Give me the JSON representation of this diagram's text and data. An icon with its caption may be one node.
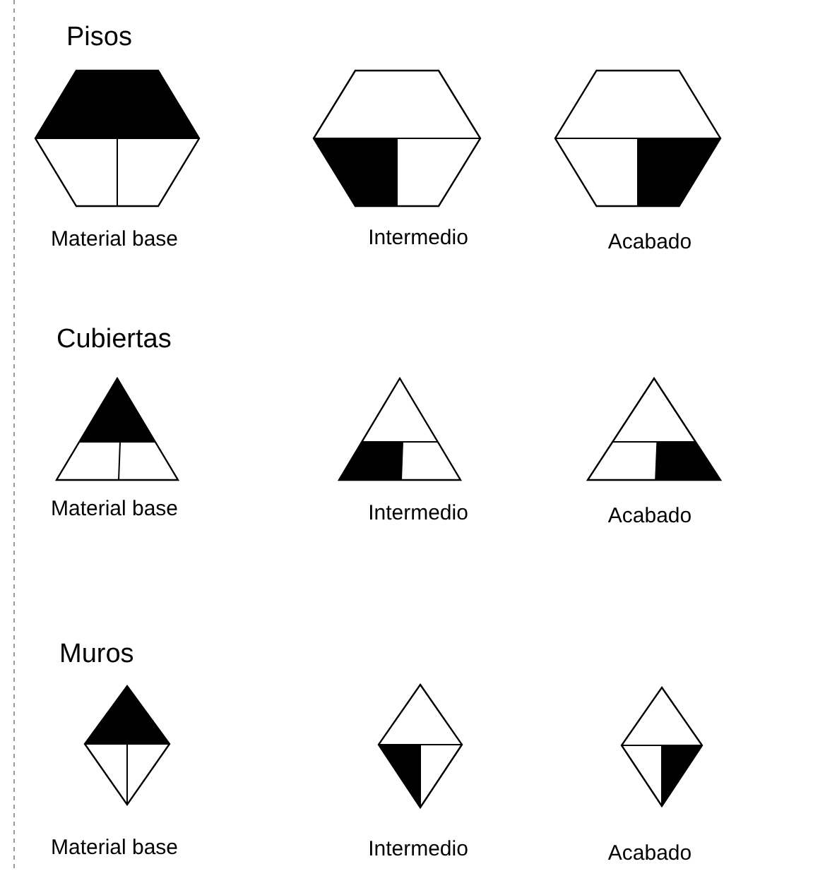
{
  "diagram": {
    "nodes": [
      {
        "text": [],
        "shape": "hexagon",
        "beside": [
          "Material base"
        ]
      },
      {
        "text": [],
        "shape": "hexagon",
        "beside": [
          "Intermedio"
        ]
      },
      {
        "text": [],
        "shape": "hexagon",
        "beside": [
          "Acabado"
        ]
      },
      {
        "text": [],
        "shape": "triangle",
        "beside": [
          "Material base"
        ]
      },
      {
        "text": [],
        "shape": "triangle",
        "beside": [
          "Intermedio"
        ]
      },
      {
        "text": [],
        "shape": "triangle",
        "beside": [
          "Acabado"
        ]
      },
      {
        "text": [],
        "shape": "diamond",
        "beside": [
          "Material base"
        ]
      },
      {
        "text": [],
        "shape": "diamond",
        "beside": [
          "Intermedio"
        ]
      },
      {
        "text": [],
        "shape": "diamond",
        "beside": [
          "Acabado"
        ]
      }
    ],
    "edges": [],
    "labels": [
      "Pisos",
      "Cubiertas",
      "Muros"
    ]
  }
}
